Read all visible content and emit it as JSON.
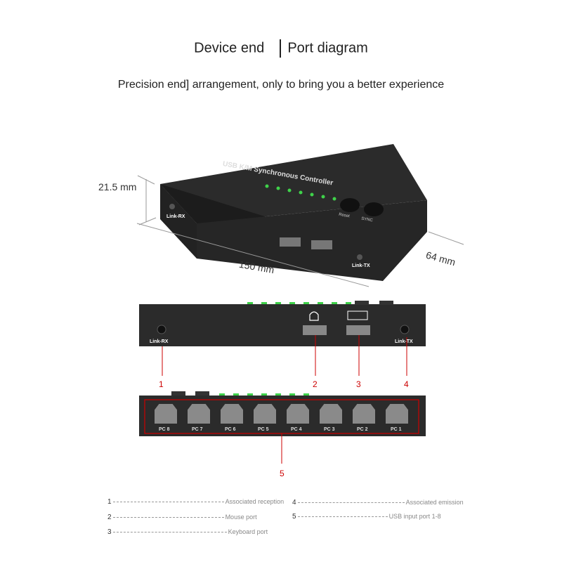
{
  "header": {
    "title_left": "Device end",
    "title_right": "Port diagram",
    "subtitle": "Precision end] arrangement, only to bring you a better experience"
  },
  "device": {
    "name": "USB K/M Synchronous Controller",
    "button_reset": "Reset",
    "button_sync": "SYNC",
    "led_color": "#3fd24a",
    "body_color": "#2a2a2a"
  },
  "dimensions": {
    "height": "21.5 mm",
    "length": "150 mm",
    "width": "64 mm"
  },
  "front_panel": {
    "link_rx": "Link-RX",
    "link_tx": "Link-TX"
  },
  "callouts": [
    "1",
    "2",
    "3",
    "4",
    "5"
  ],
  "pc_ports": [
    "PC 8",
    "PC 7",
    "PC 6",
    "PC 5",
    "PC 4",
    "PC 3",
    "PC 2",
    "PC 1"
  ],
  "legend": [
    {
      "num": "1",
      "text": "Associated reception"
    },
    {
      "num": "2",
      "text": "Mouse port"
    },
    {
      "num": "3",
      "text": "Keyboard port"
    },
    {
      "num": "4",
      "text": "Associated emission"
    },
    {
      "num": "5",
      "text": "USB input port 1-8"
    }
  ]
}
